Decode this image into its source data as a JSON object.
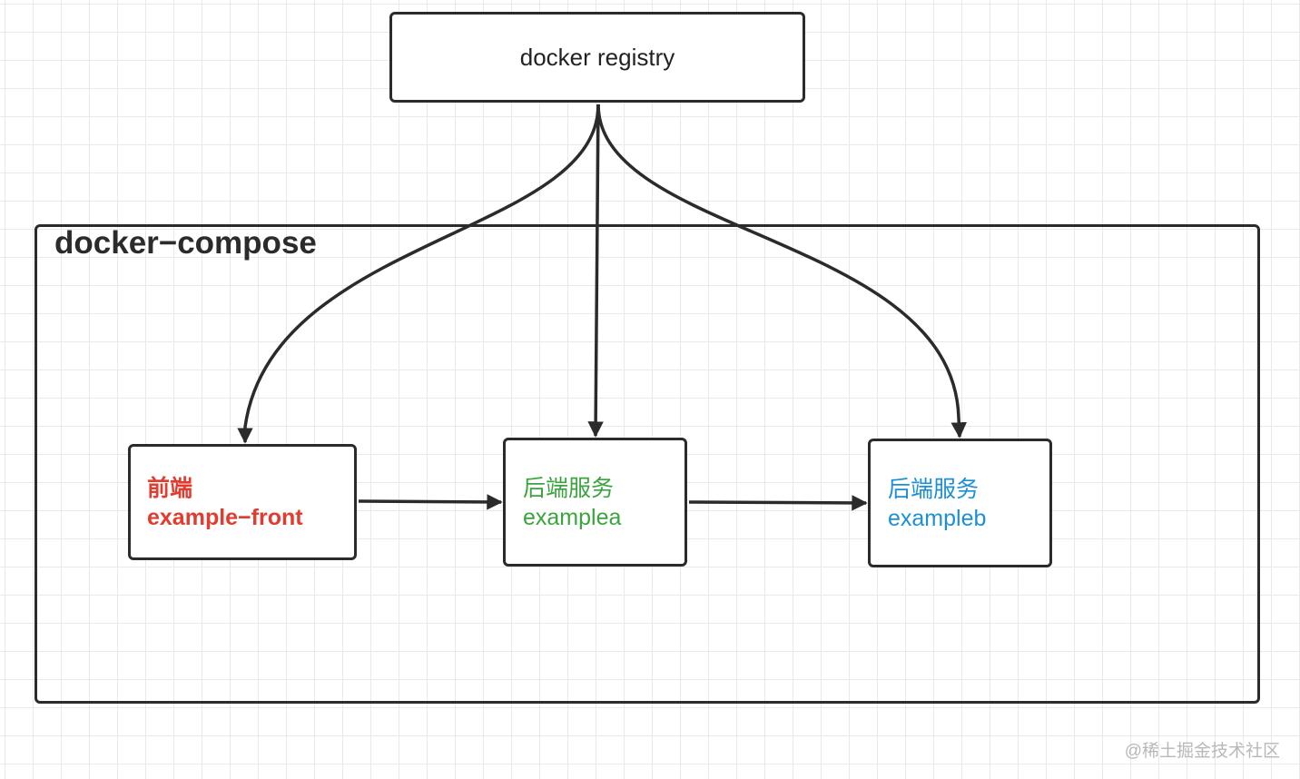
{
  "registry": {
    "label": "docker registry"
  },
  "compose": {
    "title": "docker−compose"
  },
  "services": [
    {
      "title": "前端",
      "name": "example−front",
      "color": "#e23c2f"
    },
    {
      "title": "后端服务",
      "name": "examplea",
      "color": "#3aa53c"
    },
    {
      "title": "后端服务",
      "name": "exampleb",
      "color": "#1c8fd6"
    }
  ],
  "watermark": "@稀土掘金技术社区",
  "colors": {
    "stroke": "#2b2b2b",
    "grid": "#e9e9e9"
  }
}
